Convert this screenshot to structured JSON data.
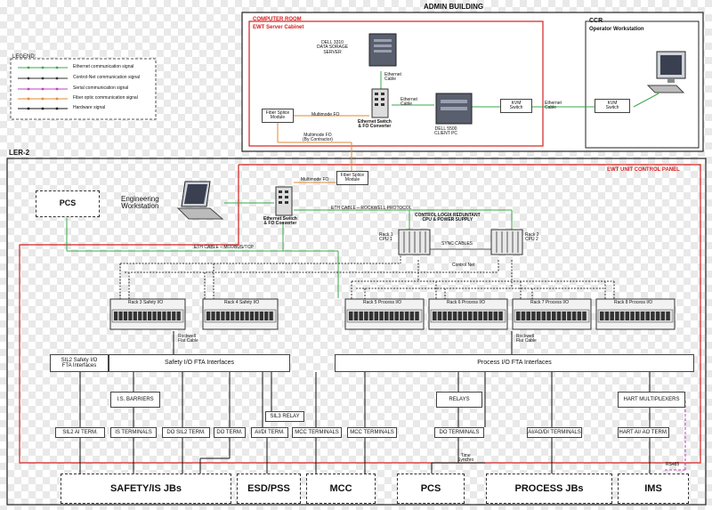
{
  "titles": {
    "admin_building": "ADMIN BUILDING",
    "computer_room": "COMPUTER ROOM",
    "server_cabinet": "EWT Server Cabinet",
    "ccr": "CCR",
    "operator_workstation": "Operator Workstation",
    "ler2": "LER-2",
    "control_panel": "EWT UNIT CONTROL PANEL"
  },
  "legend": {
    "title": "LEGEND:",
    "items": [
      {
        "label": "Ethernet communication signal",
        "color": "#3aa84a"
      },
      {
        "label": "Control-Net communication signal",
        "color": "#333333"
      },
      {
        "label": "Serial communication signal",
        "color": "#c040c0"
      },
      {
        "label": "Fiber optic communication signal",
        "color": "#e08a30"
      },
      {
        "label": "Hardware signal",
        "color": "#111111"
      }
    ]
  },
  "admin": {
    "server_label": "DELL 3310\nDATA SORAGE\nSERVER",
    "ethernet_cable_1": "Ethernet\nCable",
    "ethernet_cable_2": "Ethernet\nCable",
    "ethernet_cable_3": "Ethernet\nCable",
    "fiber_splice": "Fiber Splice\nModule",
    "multimode_fo": "Multimode FO",
    "switch_label": "Ethernet Switch\n& FO Converter",
    "client_label": "DELL 5500\nCLIENT PC",
    "kvm_switch": "KVM\nSwitch",
    "kvm_switch_ccr": "KVM\nSwitch",
    "multimode_contractor": "Multimode FO\n(By Contractor)"
  },
  "panel": {
    "fiber_splice": "Fiber Splice\nModule",
    "multimode_fo": "Multimode FO",
    "pcs": "PCS",
    "engineering": "Engineering\nWorkstation",
    "switch_label": "Ethernet Switch\n& FO Converter",
    "eth_rockwell": "ETH CABLE – ROCKWELL PROTOCOL",
    "eth_modbus": "ETH CABLE – MODBUS/TCP",
    "controllogix": "CONTROL LOGIX REDUNTANT\nCPU & POWER SUPPLY",
    "rack1": "Rack 1\nCPU 1",
    "rack2": "Rack 2\nCPU 2",
    "sync": "SYNC CABLES",
    "control_net": "Control Net",
    "racks": [
      "Rack 3 Safety I/O",
      "Rack 4 Safety I/O",
      "Rack 5 Process I/O",
      "Rack 6 Process I/O",
      "Rack 7 Process I/O",
      "Rack 8 Process I/O"
    ],
    "rockwell_flat_1": "Rockwell\nFlat Cable",
    "rockwell_flat_2": "Rockwell\nFlat Cable",
    "sil2_fta": "SIL2 Safety I/O\nFTA Interfaces",
    "safety_fta": "Safety I/O FTA Interfaces",
    "process_fta": "Process I/O FTA Interfaces",
    "is_barriers": "I.S. BARRIERS",
    "relays": "RELAYS",
    "hart_mux": "HART MULTIPLEXERS",
    "sil3_relay": "SIL3 RELAY",
    "terms": [
      "SIL2 AI TERM.",
      "IS TERMINALS",
      "DO SIL2 TERM.",
      "DO TERM.",
      "AI/DI TERM.",
      "MCC TERMINALS",
      "MCC TERMINALS",
      "DO TERMINALS",
      "AI/AO/DI TERMINALS",
      "HART AI/ AO TERM."
    ],
    "time_synchro": "Time\nSynchro",
    "rs485": "RS485"
  },
  "bottom": {
    "safety_jbs": "SAFETY/IS JBs",
    "esd_pss": "ESD/PSS",
    "mcc": "MCC",
    "pcs": "PCS",
    "process_jbs": "PROCESS JBs",
    "ims": "IMS"
  },
  "colors": {
    "panel_red": "#d42020",
    "ethernet": "#3aa84a",
    "serial": "#c040c0",
    "fiber": "#e08a30"
  }
}
